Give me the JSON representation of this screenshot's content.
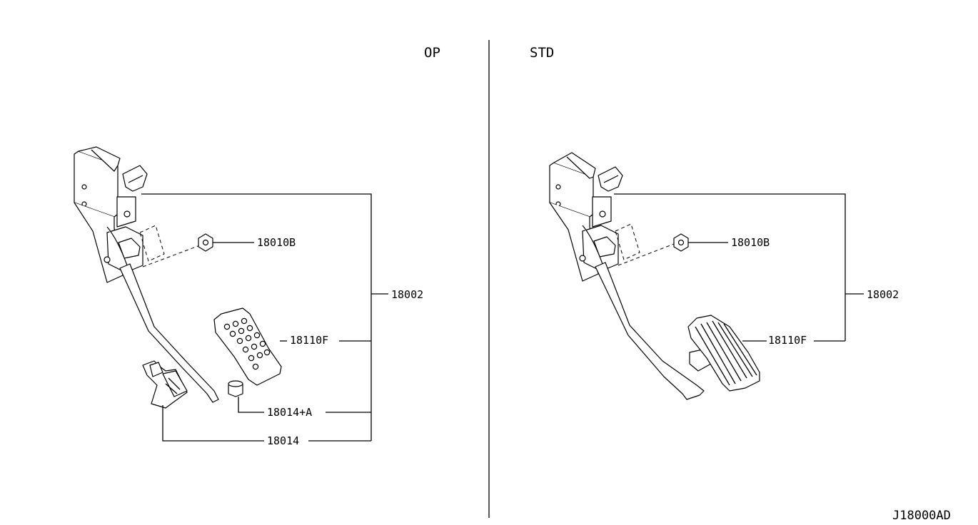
{
  "sections": {
    "left_title": "OP",
    "right_title": "STD"
  },
  "left_labels": {
    "nut": "18010B",
    "assembly": "18002",
    "pad": "18110F",
    "stopper": "18014+A",
    "bracket": "18014"
  },
  "right_labels": {
    "nut": "18010B",
    "assembly": "18002",
    "pad": "18110F"
  },
  "diagram_code": "J18000AD"
}
